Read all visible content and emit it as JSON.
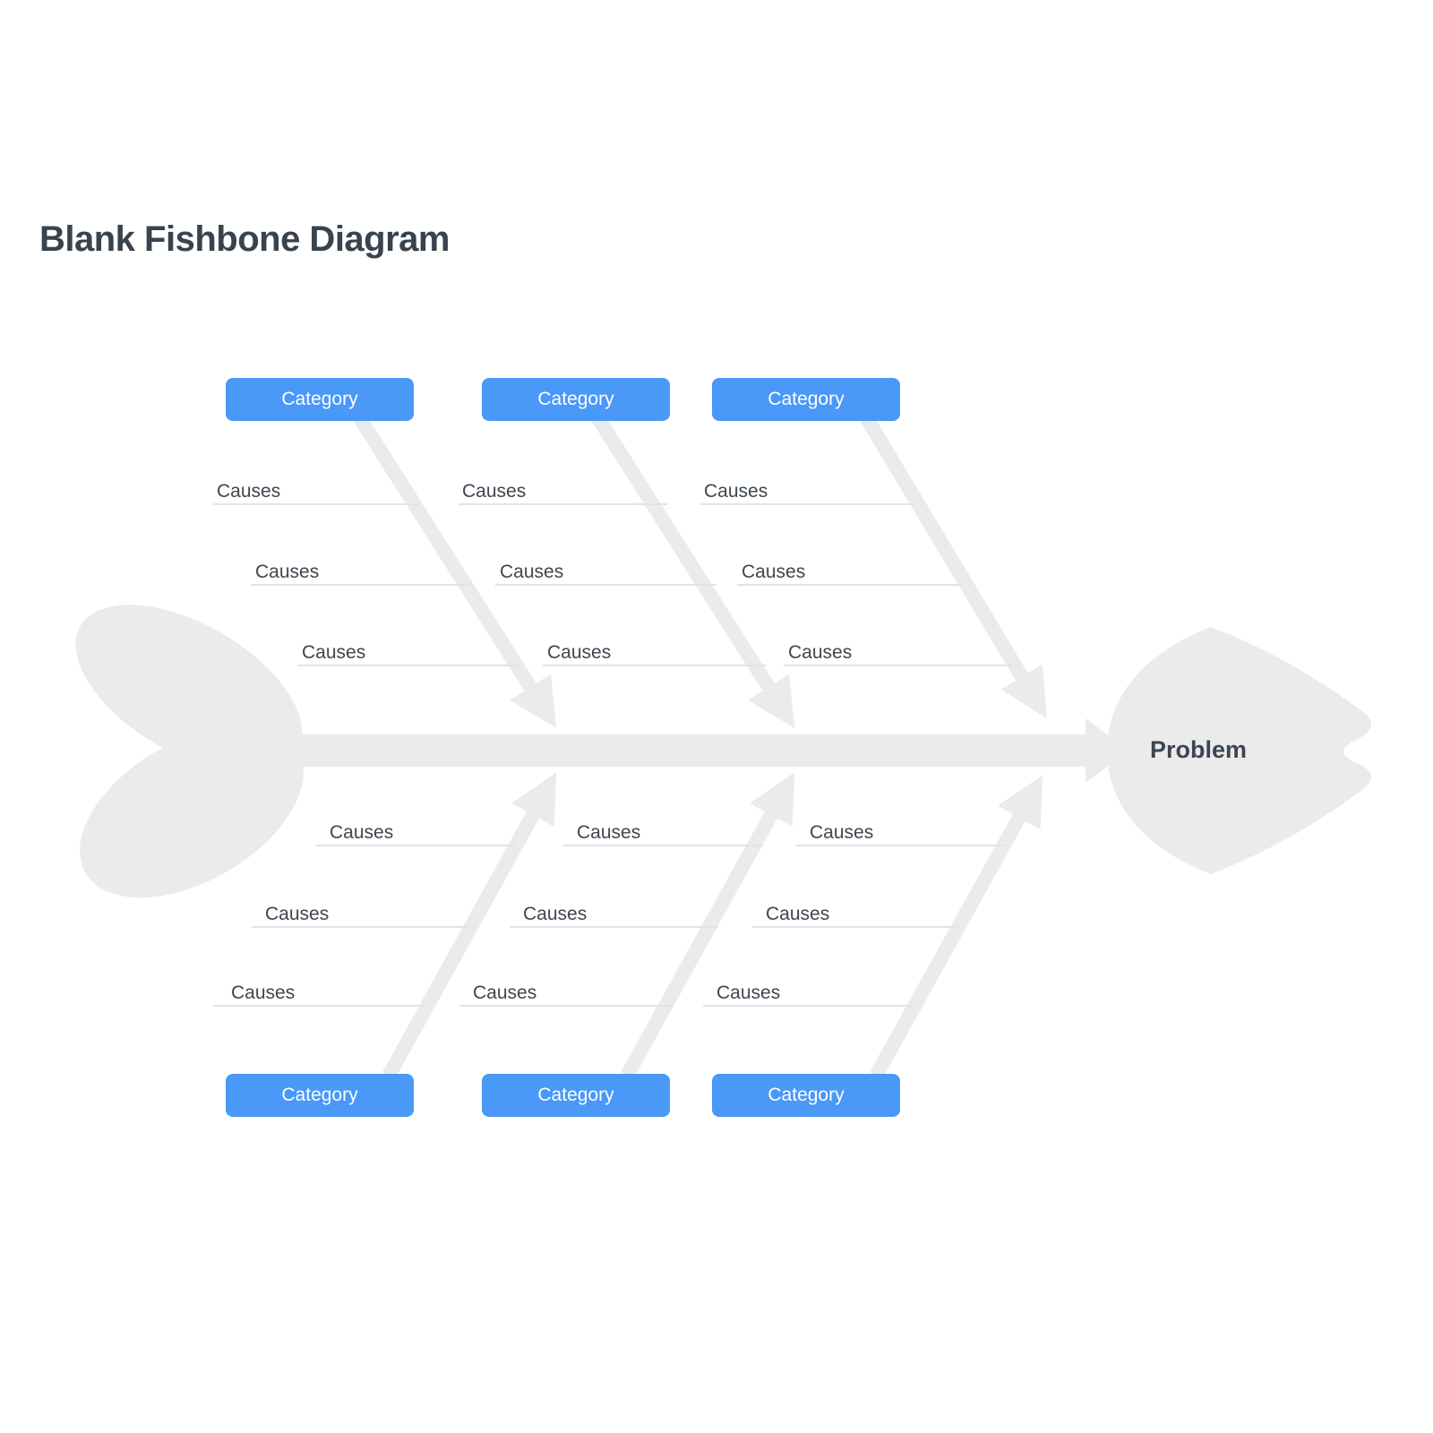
{
  "page": {
    "title": "Blank Fishbone Diagram"
  },
  "colors": {
    "category_blue": "#4A98F7",
    "category_text": "#FFFFFF",
    "bone_gray": "#EBEBEB",
    "underline_gray": "#E2E3E6",
    "text_dark": "#3C4650",
    "background": "#FFFFFF"
  },
  "diagram": {
    "problem_label": "Problem",
    "top_categories": [
      {
        "label": "Category",
        "causes": [
          "Causes",
          "Causes",
          "Causes"
        ]
      },
      {
        "label": "Category",
        "causes": [
          "Causes",
          "Causes",
          "Causes"
        ]
      },
      {
        "label": "Category",
        "causes": [
          "Causes",
          "Causes",
          "Causes"
        ]
      }
    ],
    "bottom_categories": [
      {
        "label": "Category",
        "causes": [
          "Causes",
          "Causes",
          "Causes"
        ]
      },
      {
        "label": "Category",
        "causes": [
          "Causes",
          "Causes",
          "Causes"
        ]
      },
      {
        "label": "Category",
        "causes": [
          "Causes",
          "Causes",
          "Causes"
        ]
      }
    ]
  }
}
